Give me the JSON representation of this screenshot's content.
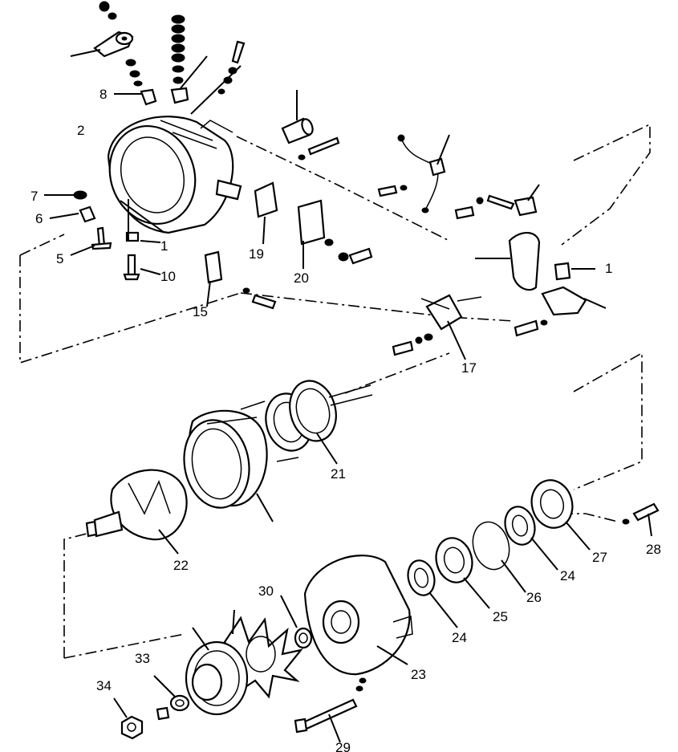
{
  "diagram": {
    "labels": {
      "l1": "1",
      "l2": "2",
      "l5": "5",
      "l6": "6",
      "l7": "7",
      "l8": "8",
      "l10": "10",
      "l11": "1",
      "l15": "15",
      "l17": "17",
      "l19": "19",
      "l20": "20",
      "l21": "21",
      "l22": "22",
      "l23": "23",
      "l24a": "24",
      "l24b": "24",
      "l25": "25",
      "l26": "26",
      "l27": "27",
      "l28": "28",
      "l29": "29",
      "l30": "30",
      "l33": "33",
      "l34": "34"
    }
  }
}
